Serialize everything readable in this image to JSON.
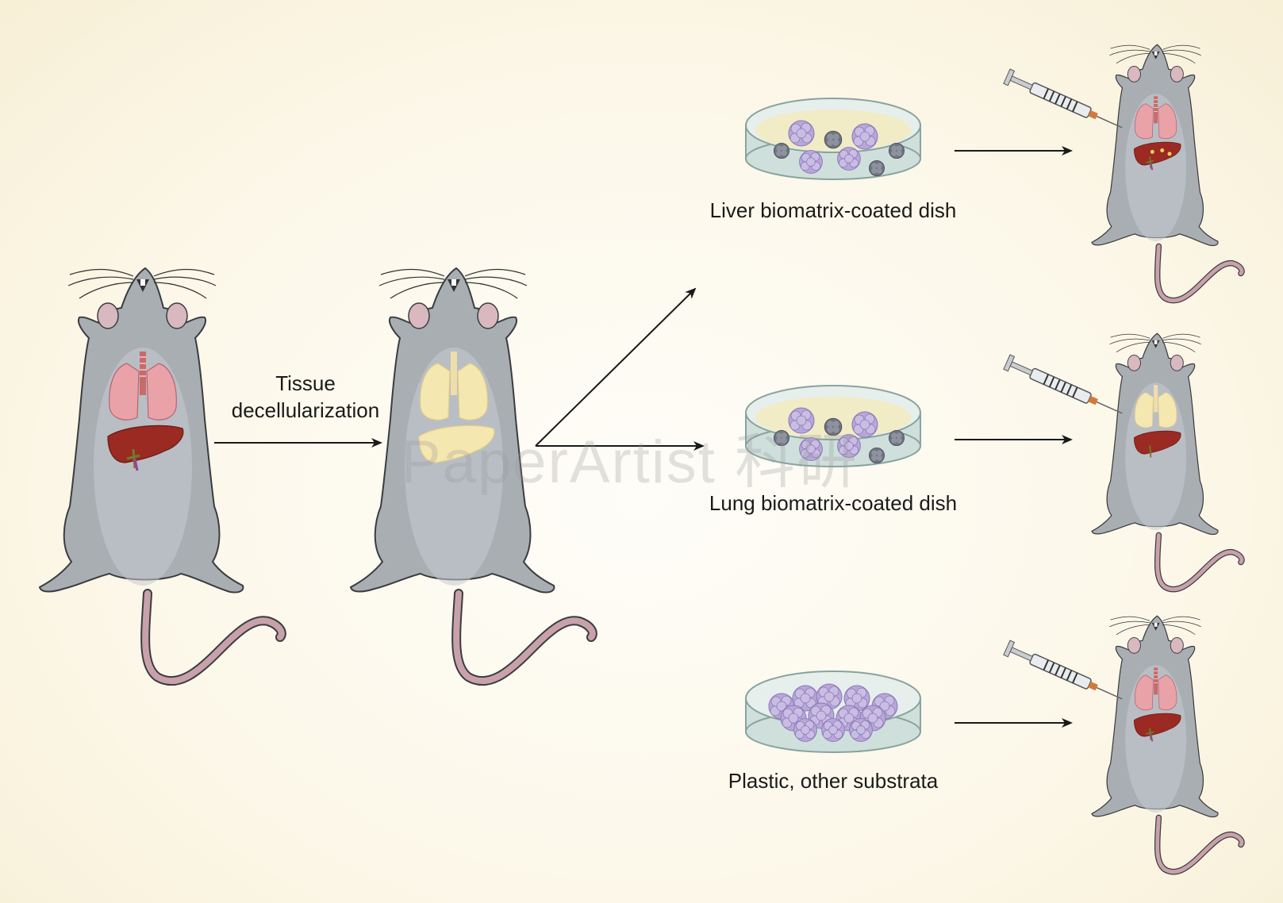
{
  "labels": {
    "step1_line1": "Tissue",
    "step1_line2": "decellularization",
    "dish_liver": "Liver biomatrix-coated dish",
    "dish_lung": "Lung biomatrix-coated dish",
    "dish_plastic": "Plastic, other substrata",
    "watermark": "PaperArtist 科研"
  },
  "colors": {
    "mouse_body": "#a9aeb3",
    "mouse_outline": "#3a3d40",
    "tail": "#c9a1ab",
    "lung": "#e8a2a8",
    "liver": "#9a2a22",
    "decell_organ": "#f5e7b0",
    "cell_cluster": "#b8a8d8",
    "dark_cluster": "#6f7380",
    "dish": "#cfe0dc"
  }
}
